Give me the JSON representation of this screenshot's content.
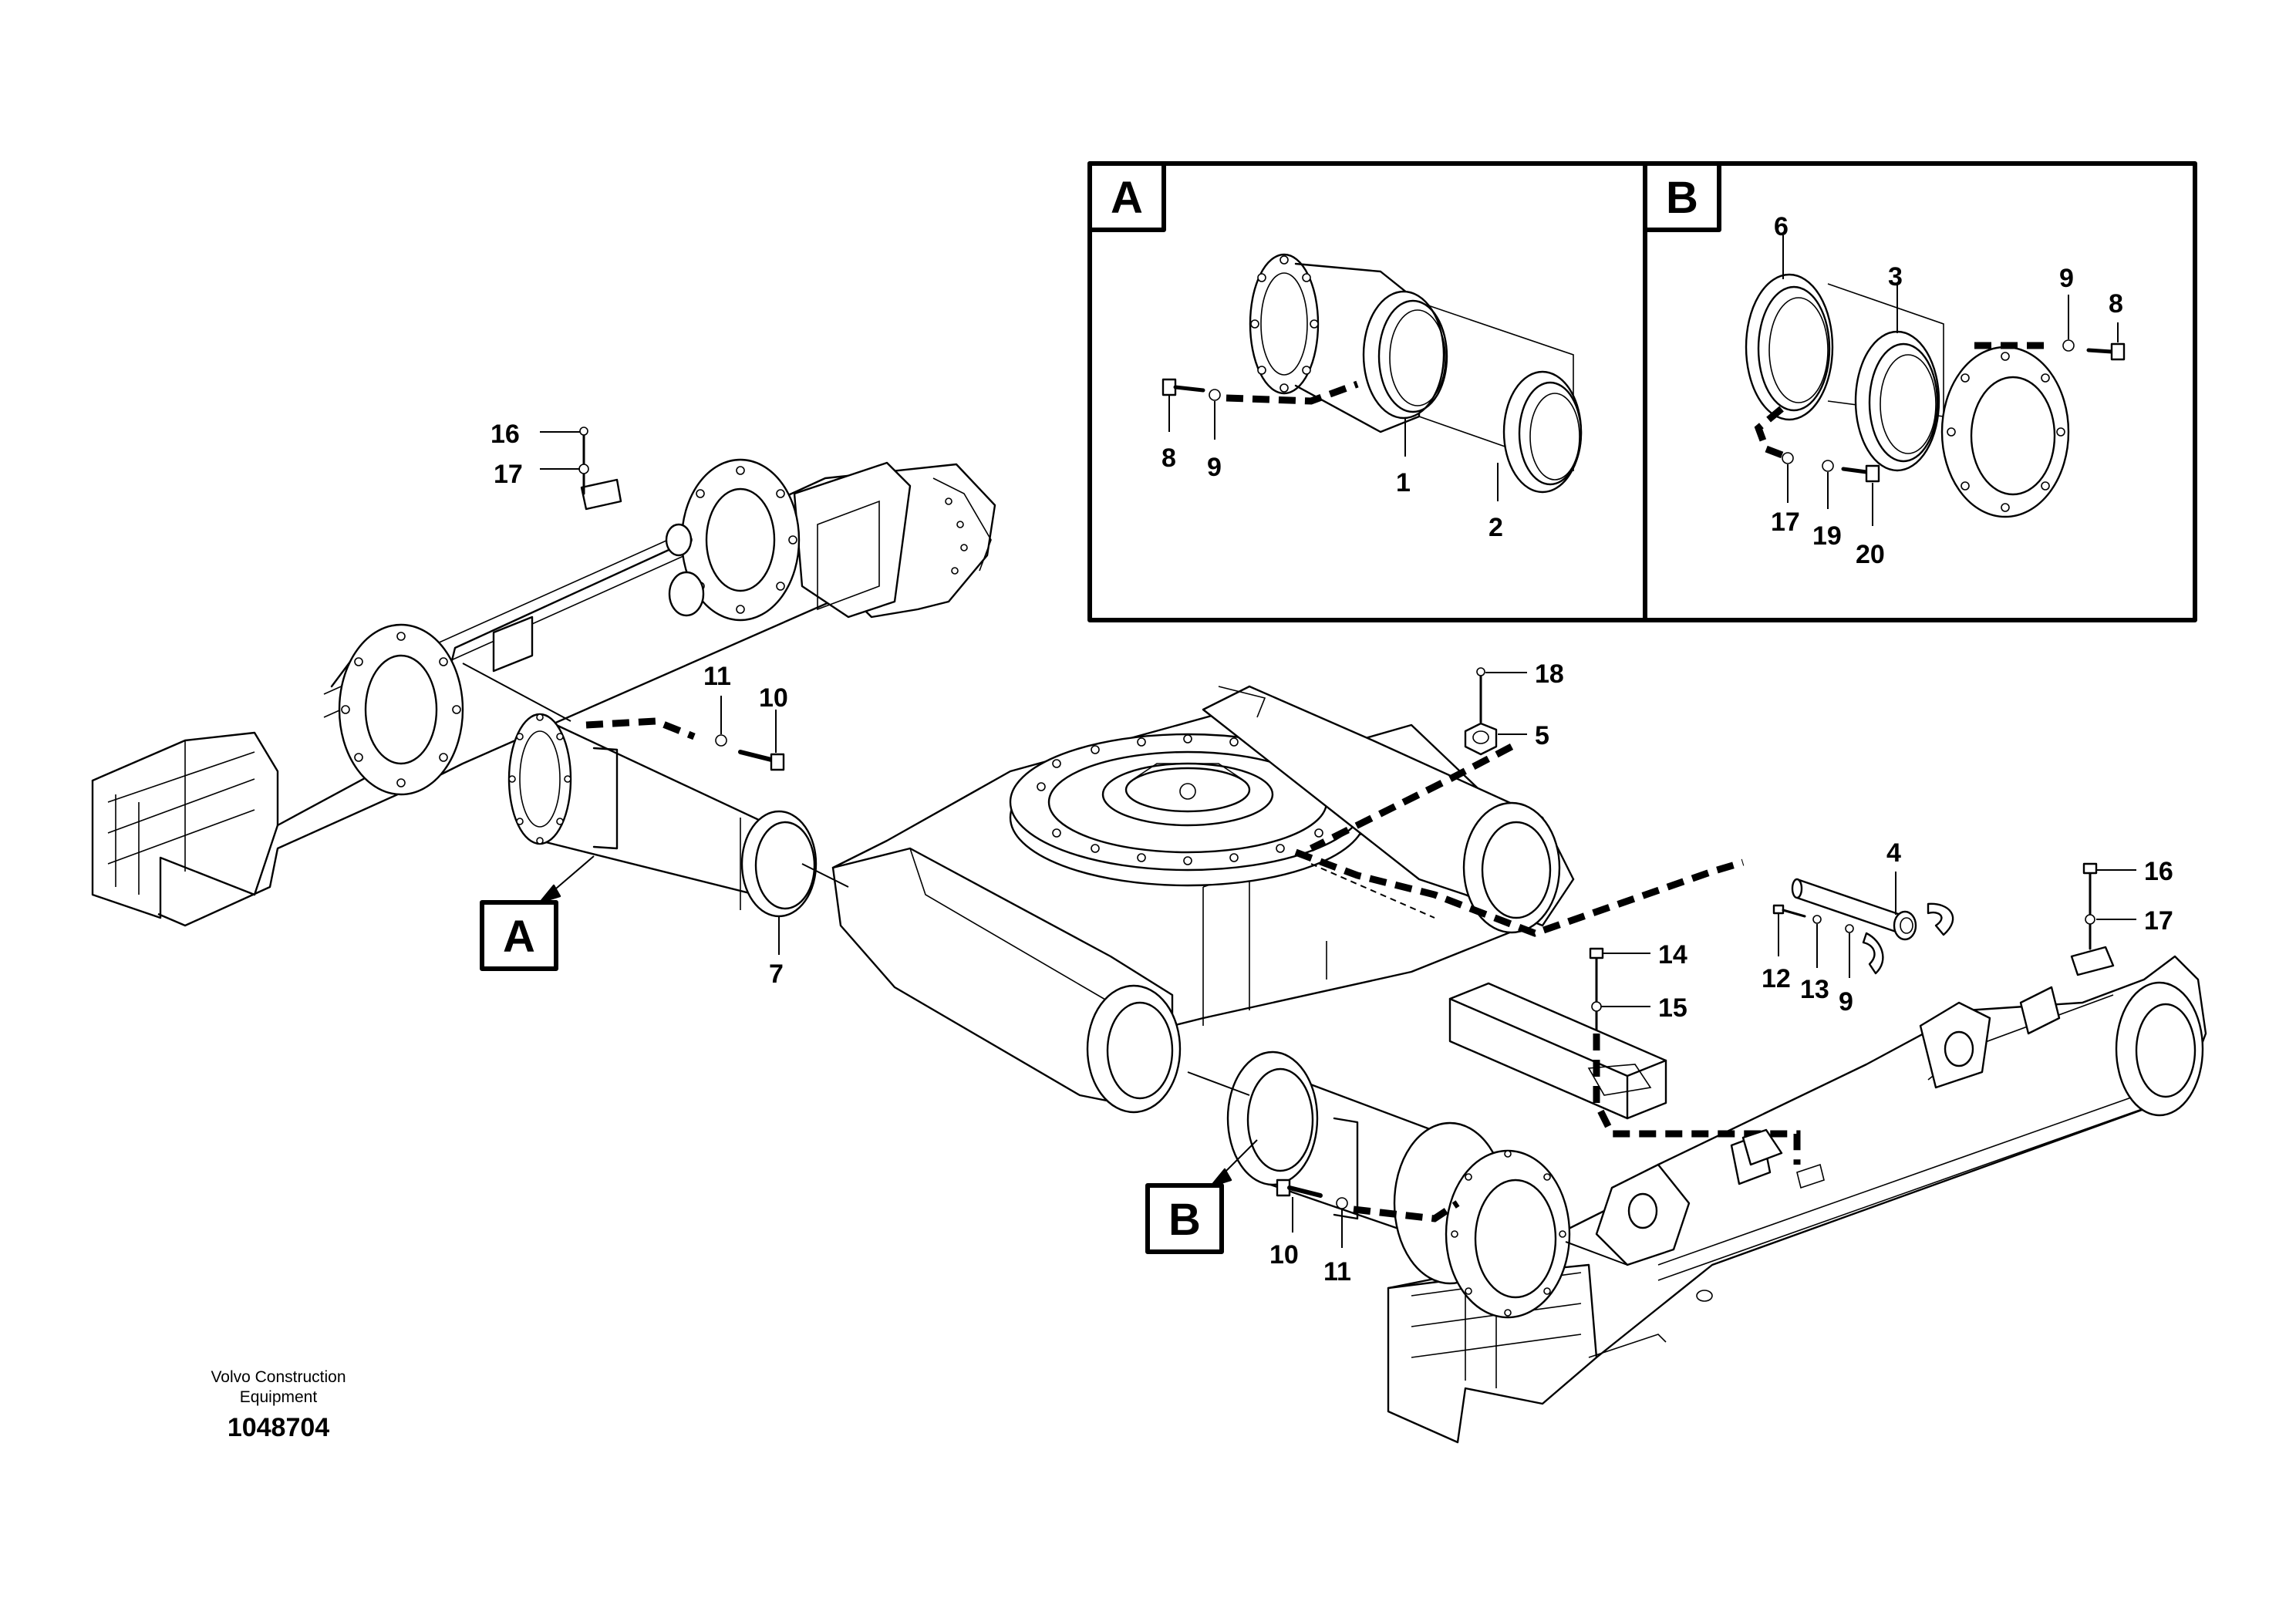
{
  "callouts": {
    "main": [
      {
        "id": "c16a",
        "text": "16"
      },
      {
        "id": "c17a",
        "text": "17"
      },
      {
        "id": "c11a",
        "text": "11"
      },
      {
        "id": "c10a",
        "text": "10"
      },
      {
        "id": "c18",
        "text": "18"
      },
      {
        "id": "c5",
        "text": "5"
      },
      {
        "id": "c4",
        "text": "4"
      },
      {
        "id": "c16b",
        "text": "16"
      },
      {
        "id": "c17b",
        "text": "17"
      },
      {
        "id": "c14",
        "text": "14"
      },
      {
        "id": "c15",
        "text": "15"
      },
      {
        "id": "c12",
        "text": "12"
      },
      {
        "id": "c13",
        "text": "13"
      },
      {
        "id": "c9a",
        "text": "9"
      },
      {
        "id": "c7",
        "text": "7"
      },
      {
        "id": "c10b",
        "text": "10"
      },
      {
        "id": "c11b",
        "text": "11"
      }
    ],
    "detail_a": [
      {
        "id": "a8",
        "text": "8"
      },
      {
        "id": "a9",
        "text": "9"
      },
      {
        "id": "a1",
        "text": "1"
      },
      {
        "id": "a2",
        "text": "2"
      }
    ],
    "detail_b": [
      {
        "id": "b6",
        "text": "6"
      },
      {
        "id": "b3",
        "text": "3"
      },
      {
        "id": "b9",
        "text": "9"
      },
      {
        "id": "b8",
        "text": "8"
      },
      {
        "id": "b17",
        "text": "17"
      },
      {
        "id": "b19",
        "text": "19"
      },
      {
        "id": "b20",
        "text": "20"
      }
    ]
  },
  "view_tags": {
    "panel_a": "A",
    "panel_b": "B",
    "main_a": "A",
    "main_b": "B"
  },
  "footer": {
    "manufacturer_line1": "Volvo Construction",
    "manufacturer_line2": "Equipment",
    "drawing_number": "1048704"
  }
}
